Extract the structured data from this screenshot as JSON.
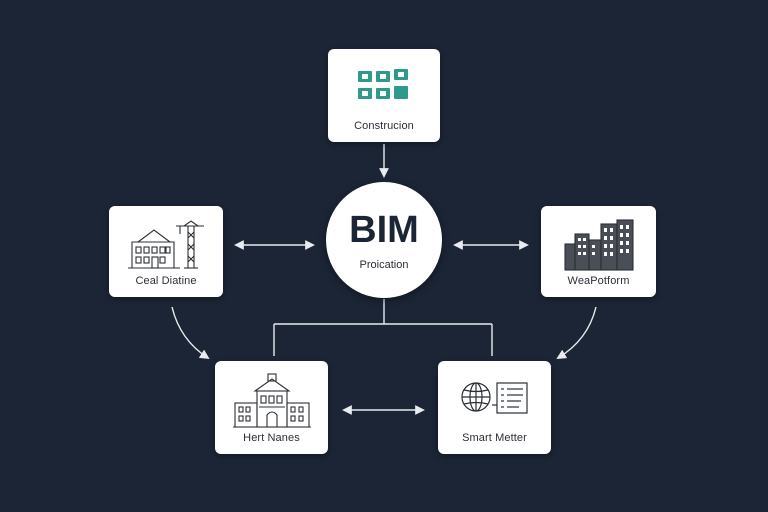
{
  "center": {
    "title": "BIM",
    "subtitle": "Proication"
  },
  "nodes": {
    "top": {
      "label": "Construcion",
      "icon": "grid-icon"
    },
    "left": {
      "label": "Ceal Diatine",
      "icon": "building-crane-icon"
    },
    "right": {
      "label": "WeaPotform",
      "icon": "skyscrapers-icon"
    },
    "bottom_left": {
      "label": "Hert Nanes",
      "icon": "historic-building-icon"
    },
    "bottom_right": {
      "label": "Smart Metter",
      "icon": "globe-document-icon"
    }
  },
  "colors": {
    "background": "#1b2535",
    "accent": "#2e9a8c",
    "line": "#e8ecef",
    "card": "#ffffff"
  }
}
